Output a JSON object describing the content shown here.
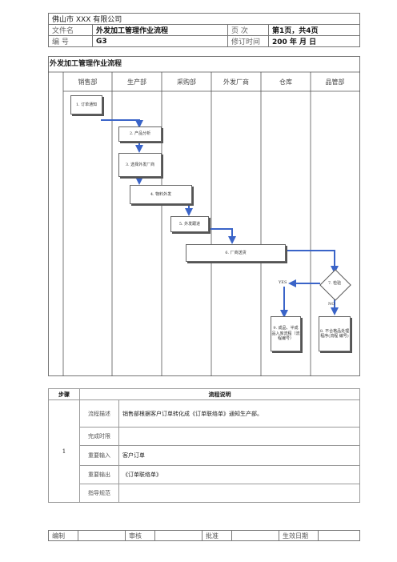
{
  "header": {
    "company": "佛山市 XXX 有限公司",
    "doc_name_label": "文件名",
    "doc_name_value": "外发加工管理作业流程",
    "page_label": "页  次",
    "page_value": "第1页，共4页",
    "code_label": "编    号",
    "code_value": "G3",
    "revise_label": "修订时间",
    "revise_value": "200    年    月    日"
  },
  "flow": {
    "title": "外发加工管理作业流程",
    "lanes": [
      "销售部",
      "生产部",
      "采购部",
      "外发厂商",
      "仓库",
      "品管部"
    ],
    "boxes": {
      "b1": "1. 订单通知",
      "b2": "2. 产品分析",
      "b3": "3. 选择外发厂商",
      "b4": "4. 物料外发",
      "b5": "5. 外发跟进",
      "b6": "6. 厂商送货",
      "b7": "7. 检验",
      "b8": "9. 成品、半成品入库流程（流程编号）",
      "b9": "8. 不合格品处理程序(流程 编号)"
    },
    "yes": "YES",
    "no": "NO"
  },
  "steps": {
    "col_step": "步骤",
    "col_desc": "流程说明",
    "number": "1",
    "rows": [
      {
        "label": "流程描述",
        "value": "销售部根据客户订单转化成《订单联络单》通知生产部。"
      },
      {
        "label": "完成时限",
        "value": ""
      },
      {
        "label": "重要输入",
        "value": "客户订单"
      },
      {
        "label": "重要输出",
        "value": "《订单联络单》"
      },
      {
        "label": "指导规范",
        "value": ""
      }
    ]
  },
  "footer": {
    "made": "编制",
    "review": "审核",
    "approve": "批准",
    "effective": "生效日期"
  }
}
